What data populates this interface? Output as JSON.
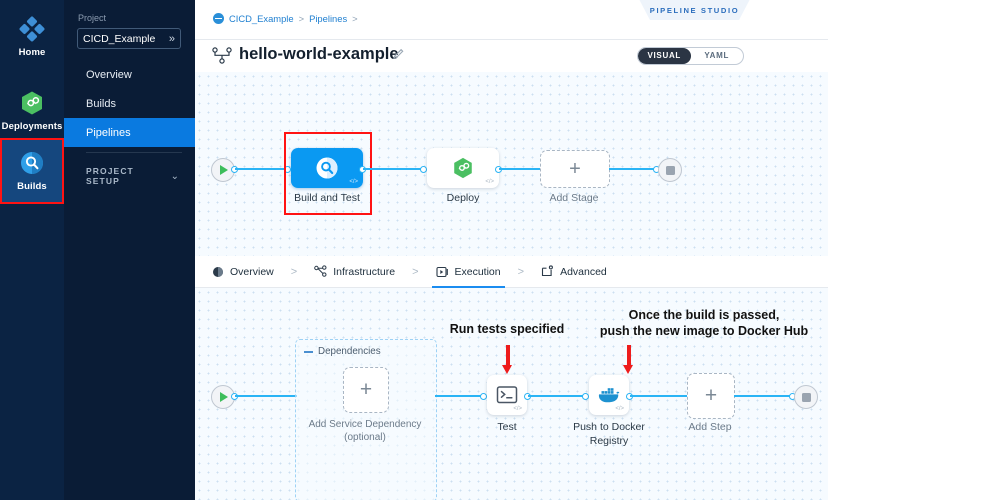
{
  "rail": {
    "items": [
      {
        "label": "Home",
        "icon": "diamond-grid-icon",
        "state": "default"
      },
      {
        "label": "Deployments",
        "icon": "hexagon-infinity-icon",
        "state": "default"
      },
      {
        "label": "Builds",
        "icon": "builds-circle-icon",
        "state": "active-highlighted"
      }
    ]
  },
  "project_nav": {
    "section_label": "Project",
    "project_name": "CICD_Example",
    "project_chevron": "»",
    "items": [
      {
        "label": "Overview",
        "selected": false
      },
      {
        "label": "Builds",
        "selected": false
      },
      {
        "label": "Pipelines",
        "selected": true
      }
    ],
    "setup_label": "PROJECT SETUP",
    "setup_chevron": "⌄"
  },
  "header": {
    "studio_badge": "PIPELINE STUDIO",
    "breadcrumb": [
      {
        "label": "CICD_Example"
      },
      {
        "label": "Pipelines"
      }
    ],
    "breadcrumb_separator": ">",
    "pipeline_title": "hello-world-example",
    "edit_icon": "pencil-icon",
    "pipeline_icon": "pipeline-nodes-icon",
    "view_toggle": {
      "options": [
        "VISUAL",
        "YAML"
      ],
      "selected": "VISUAL"
    }
  },
  "stage_canvas": {
    "start_icon": "play-icon",
    "end_icon": "stop-icon",
    "nodes": [
      {
        "label": "Build and Test",
        "icon": "build-magnifier-icon",
        "style": "filled-blue",
        "highlighted": true,
        "code_tag": "</>"
      },
      {
        "label": "Deploy",
        "icon": "hexagon-infinity-green-icon",
        "style": "white",
        "highlighted": false,
        "code_tag": "</>"
      }
    ],
    "add_stage": {
      "label": "Add Stage",
      "icon": "plus-icon"
    }
  },
  "stage_tabs": {
    "separator": ">",
    "items": [
      {
        "label": "Overview",
        "icon": "overview-circle-icon",
        "active": false
      },
      {
        "label": "Infrastructure",
        "icon": "infrastructure-nodes-icon",
        "active": false
      },
      {
        "label": "Execution",
        "icon": "execution-run-icon",
        "active": true
      },
      {
        "label": "Advanced",
        "icon": "advanced-gear-corner-icon",
        "active": false
      }
    ]
  },
  "execution_canvas": {
    "start_icon": "play-icon",
    "end_icon": "stop-icon",
    "dependencies": {
      "header": "Dependencies",
      "collapse_icon": "minus-icon",
      "add_label_line1": "Add Service Dependency",
      "add_label_line2": "(optional)",
      "add_icon": "plus-icon"
    },
    "steps": [
      {
        "label": "Test",
        "icon": "terminal-icon",
        "code_tag": "</>"
      },
      {
        "label": "Push to Docker Registry",
        "label_line1": "Push to Docker",
        "label_line2": "Registry",
        "icon": "docker-whale-icon",
        "code_tag": "</>"
      }
    ],
    "add_step": {
      "label": "Add Step",
      "icon": "plus-icon"
    }
  },
  "annotations": [
    {
      "text": "Run tests specified",
      "lines": [
        "Run tests specified"
      ],
      "arrow": "down-arrow-red",
      "target": "Test"
    },
    {
      "text": "Once the build is passed, push the new image to Docker Hub",
      "lines": [
        "Once the build is passed,",
        "push the new image to Docker Hub"
      ],
      "arrow": "down-arrow-red",
      "target": "Push to Docker Registry"
    }
  ],
  "colors": {
    "rail_bg": "#0b2343",
    "nav_bg": "#0a1c36",
    "selected_nav": "#0a7ae0",
    "wire": "#2ab4f5",
    "node_blue": "#0a99f2",
    "highlight_red": "#ff1313",
    "annotation_red": "#ee1c1c",
    "canvas_bg": "#f6fbff"
  }
}
